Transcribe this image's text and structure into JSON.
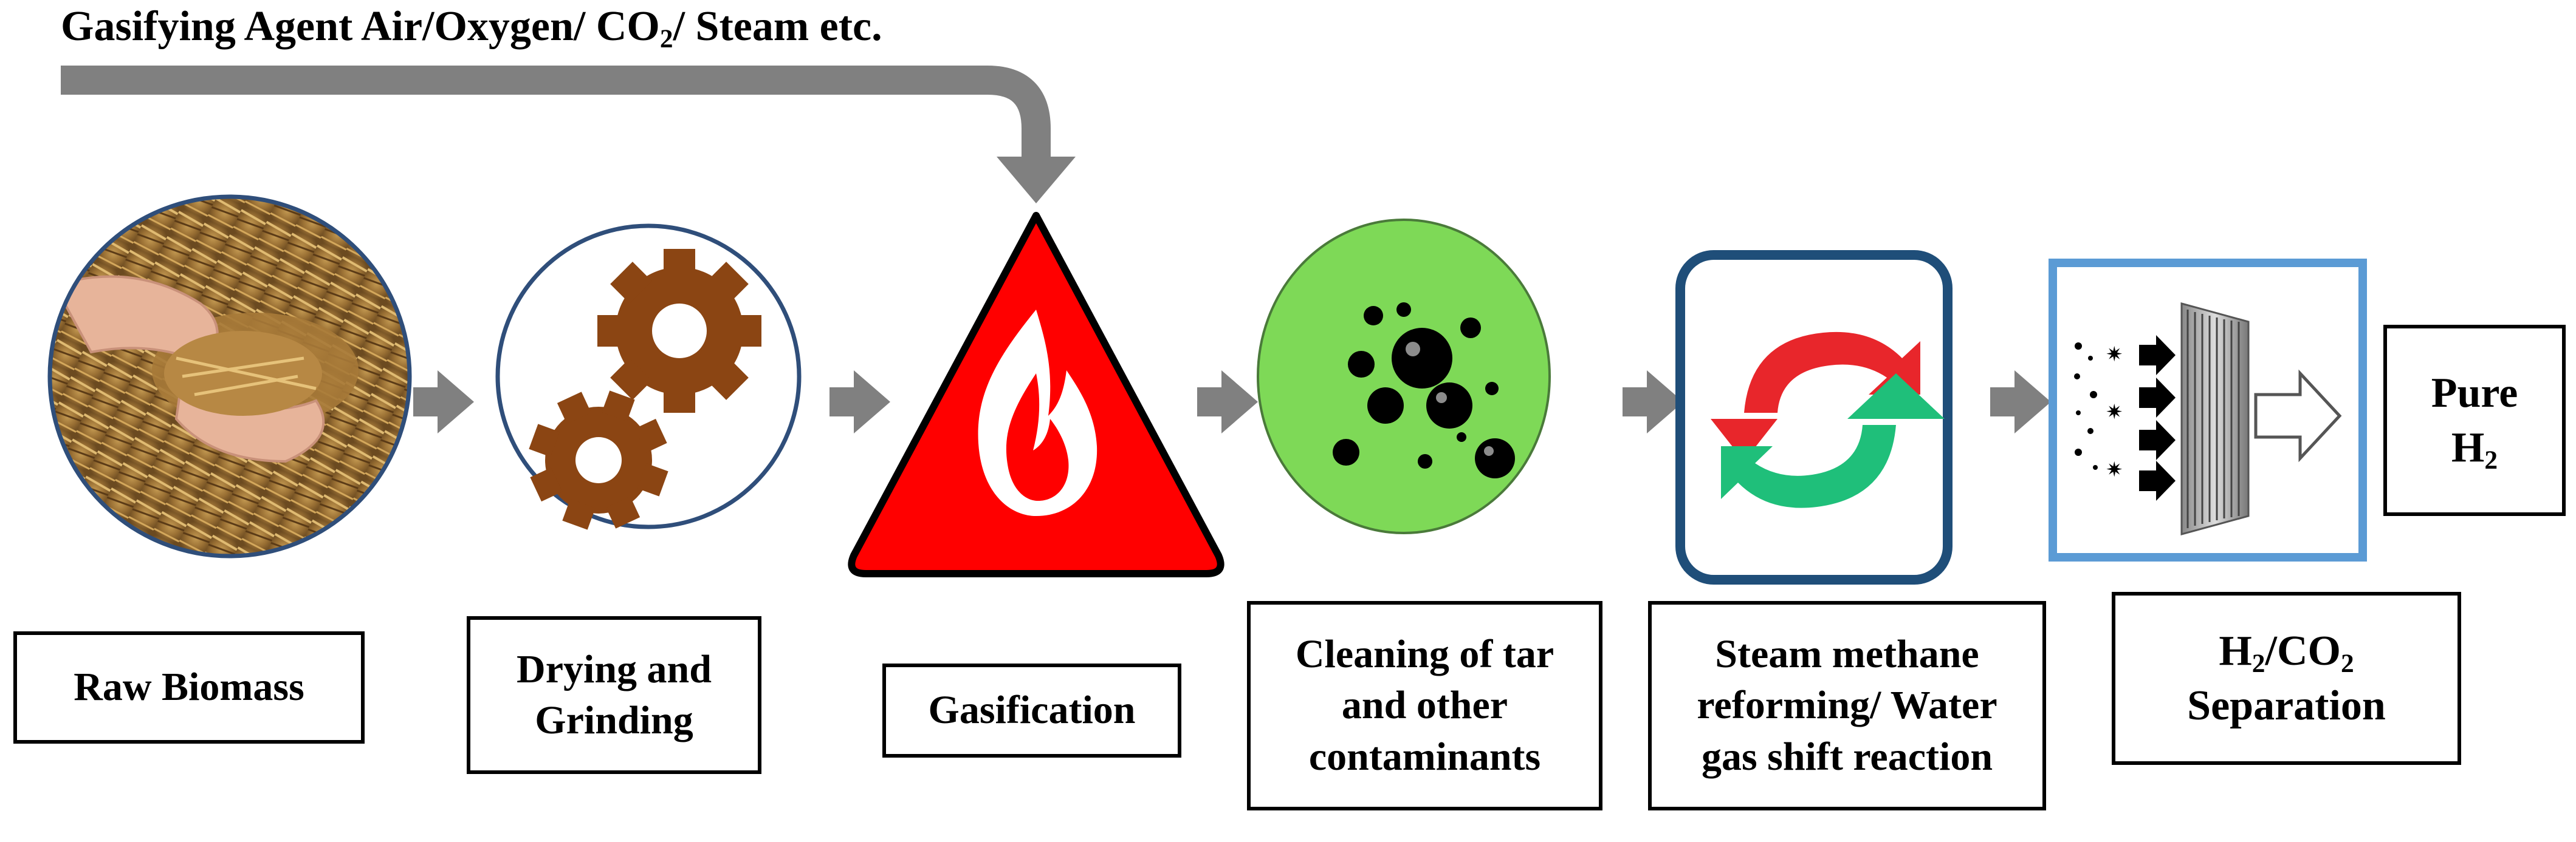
{
  "gasifying_agent": {
    "label_before": "Gasifying Agent Air/Oxygen/ CO",
    "label_sub": "2",
    "label_after": "/ Steam etc."
  },
  "steps": {
    "raw_biomass": {
      "label": "Raw Biomass"
    },
    "drying": {
      "line1": "Drying and",
      "line2": "Grinding"
    },
    "gasification": {
      "label": "Gasification"
    },
    "cleaning": {
      "line1": "Cleaning of tar",
      "line2": "and other",
      "line3": "contaminants"
    },
    "reforming": {
      "line1": "Steam methane",
      "line2": "reforming/ Water",
      "line3": "gas shift reaction"
    },
    "separation": {
      "h": "H",
      "sub1": "2",
      "mid": "/CO",
      "sub2": "2",
      "line2": "Separation"
    },
    "pure_h2": {
      "line1": "Pure",
      "h": "H",
      "sub": "2"
    }
  },
  "icons": {
    "raw_biomass": "hands-holding-biomass-photo",
    "drying": "gears-icon",
    "gasification": "flame-warning-triangle-icon",
    "cleaning": "contaminant-bubbles-icon",
    "reforming": "recycle-arrows-icon",
    "separation": "membrane-filter-icon"
  },
  "colors": {
    "arrow": "#808080",
    "circle_border": "#2f4e7a",
    "gear": "#8b4513",
    "triangle": "#ff0000",
    "green_circle": "#7ed957",
    "reforming_border": "#1f4e79",
    "separation_border": "#5b9bd5",
    "cycle_red": "#e8262b",
    "cycle_green": "#1fbf7a"
  }
}
